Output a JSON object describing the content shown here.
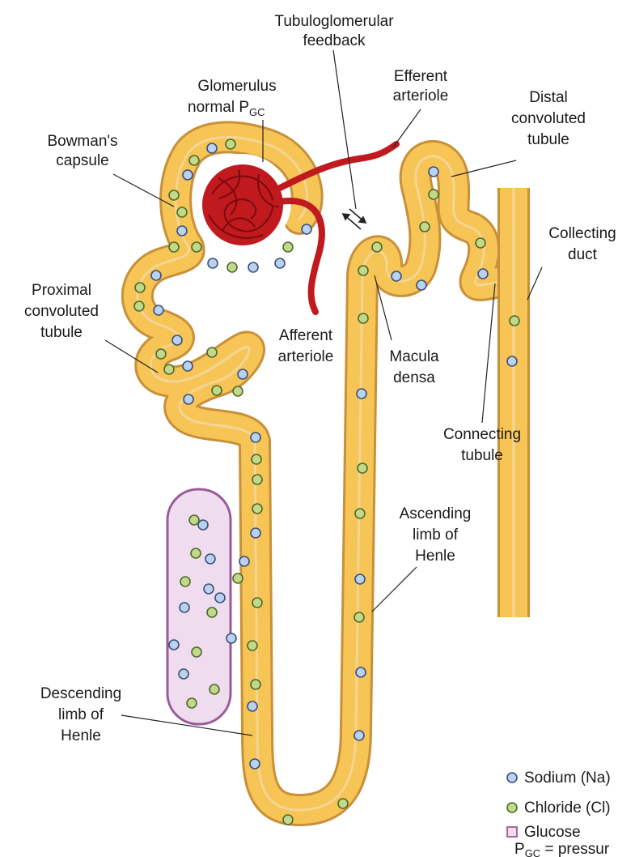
{
  "labels": {
    "tubuloglomerular_1": "Tubuloglomerular",
    "tubuloglomerular_2": "feedback",
    "efferent_1": "Efferent",
    "efferent_2": "arteriole",
    "glomerulus_1": "Glomerulus",
    "glomerulus_2_pre": "normal P",
    "glomerulus_2_sub": "GC",
    "distal_1": "Distal",
    "distal_2": "convoluted",
    "distal_3": "tubule",
    "bowman_1": "Bowman's",
    "bowman_2": "capsule",
    "collecting_1": "Collecting",
    "collecting_2": "duct",
    "proximal_1": "Proximal",
    "proximal_2": "convoluted",
    "proximal_3": "tubule",
    "afferent_1": "Afferent",
    "afferent_2": "arteriole",
    "macula_1": "Macula",
    "macula_2": "densa",
    "connecting_1": "Connecting",
    "connecting_2": "tubule",
    "ascending_1": "Ascending",
    "ascending_2": "limb of",
    "ascending_3": "Henle",
    "descending_1": "Descending",
    "descending_2": "limb of",
    "descending_3": "Henle"
  },
  "legend": {
    "sodium": "Sodium (Na)",
    "chloride": "Chloride (Cl)",
    "glucose": "Glucose",
    "pgc_pre": "P",
    "pgc_sub": "GC",
    "pgc_post": " = pressur"
  },
  "colors": {
    "tubule_fill": "#f7c456",
    "tubule_edge": "#c9903a",
    "lumen": "#f3d79a",
    "vessel": "#c01a1f",
    "sodium": "#b9d2ef",
    "chloride": "#c2d98a",
    "glucose_fill": "#f0dcef",
    "glucose_edge": "#9a5a9a"
  }
}
